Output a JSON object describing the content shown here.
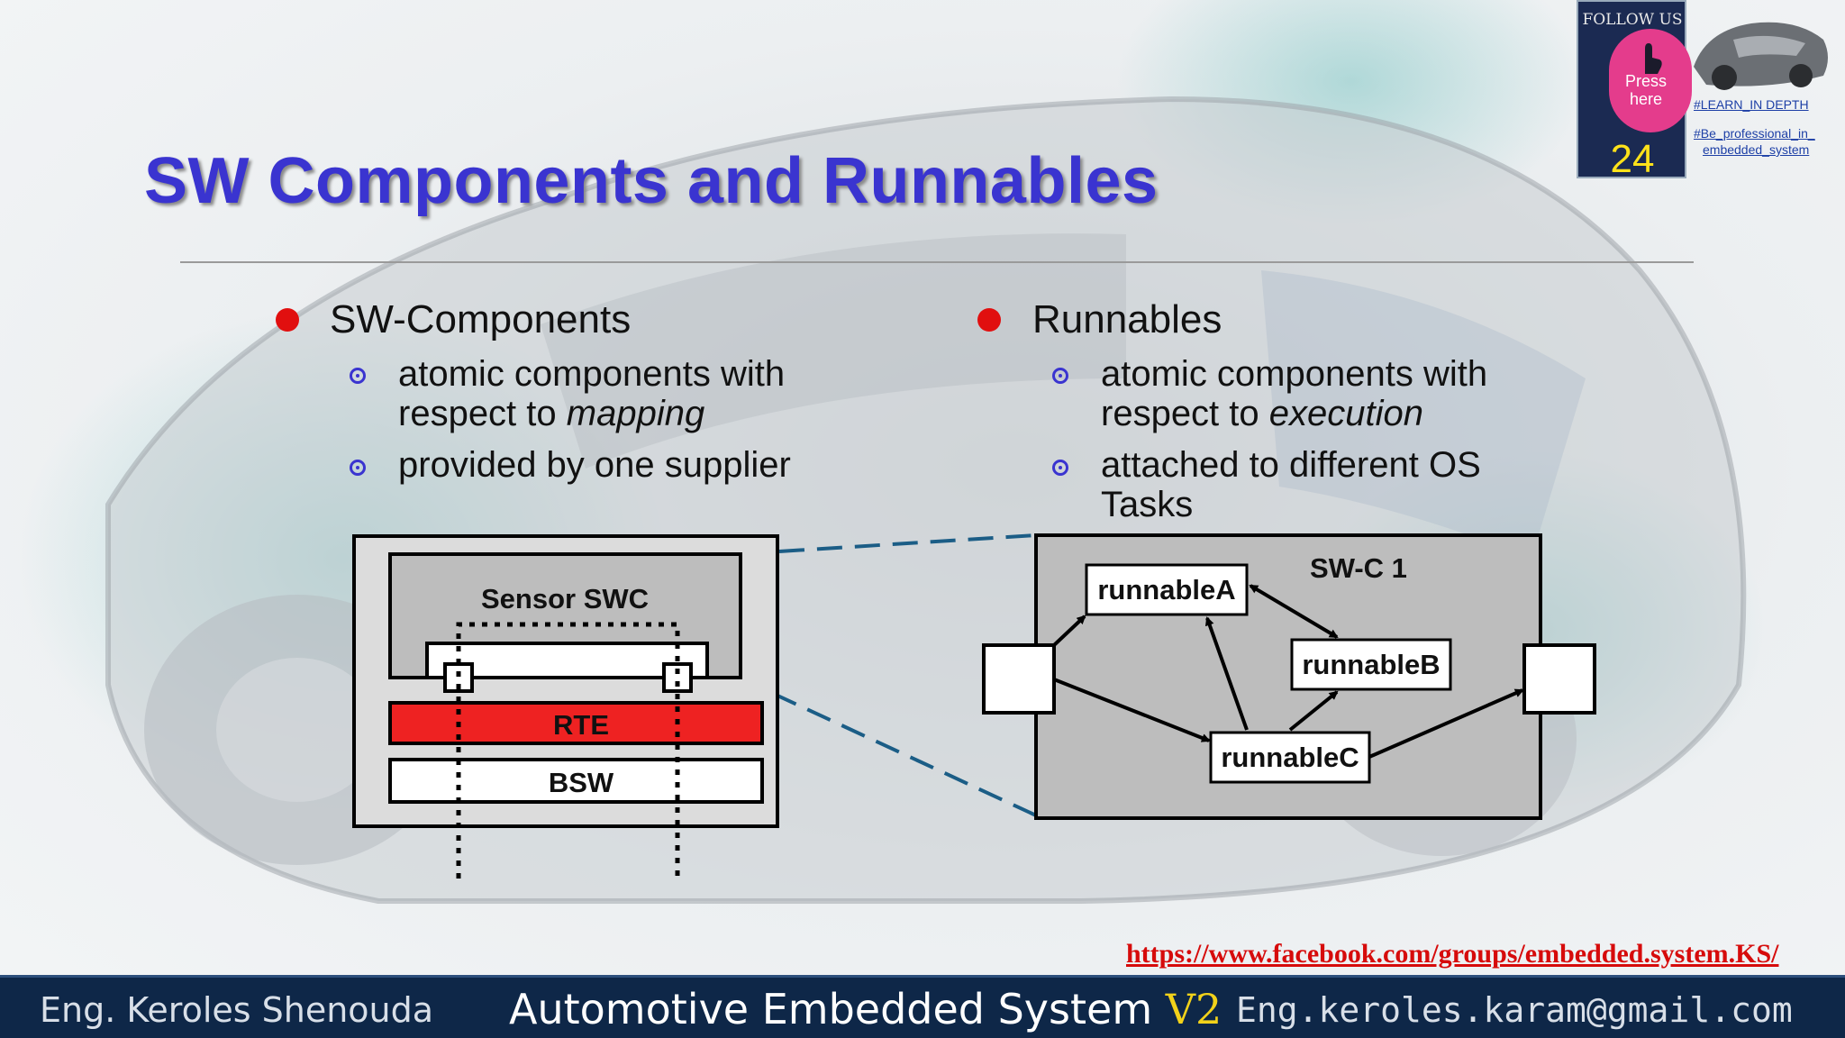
{
  "slide": {
    "title": "SW Components and Runnables",
    "left_bullet": {
      "heading": "SW-Components",
      "items": [
        {
          "line1": "atomic components with",
          "line2_prefix": "respect to ",
          "line2_emph": "mapping"
        },
        {
          "line1": "provided by one supplier"
        }
      ]
    },
    "right_bullet": {
      "heading": "Runnables",
      "items": [
        {
          "line1": "atomic components with",
          "line2_prefix": "respect to ",
          "line2_emph": "execution"
        },
        {
          "line1": "attached to different OS",
          "line2": "Tasks"
        }
      ]
    },
    "diagram_left": {
      "sensor_label": "Sensor SWC",
      "rte_label": "RTE",
      "bsw_label": "BSW"
    },
    "diagram_right": {
      "swc_label": "SW-C 1",
      "runnable_a": "runnableA",
      "runnable_b": "runnableB",
      "runnable_c": "runnableC"
    }
  },
  "overlay": {
    "follow_us": "FOLLOW US",
    "press": "Press",
    "here": "here",
    "page_number": "24",
    "tag1": "#LEARN_IN DEPTH",
    "tag2a": "#Be_professional_in_",
    "tag2b": "embedded_system"
  },
  "footer": {
    "author": "Eng. Keroles Shenouda",
    "course": "Automotive Embedded System",
    "version": "V2",
    "email": "Eng.keroles.karam@gmail.com",
    "facebook_link": "https://www.facebook.com/groups/embedded.system.KS/"
  },
  "colors": {
    "title": "#3a34d0",
    "bullet_dot": "#e10f0f",
    "rte": "#ee2222",
    "footer_bg": "#0e2748",
    "version": "#f2d21a",
    "link": "#d60b0b"
  }
}
